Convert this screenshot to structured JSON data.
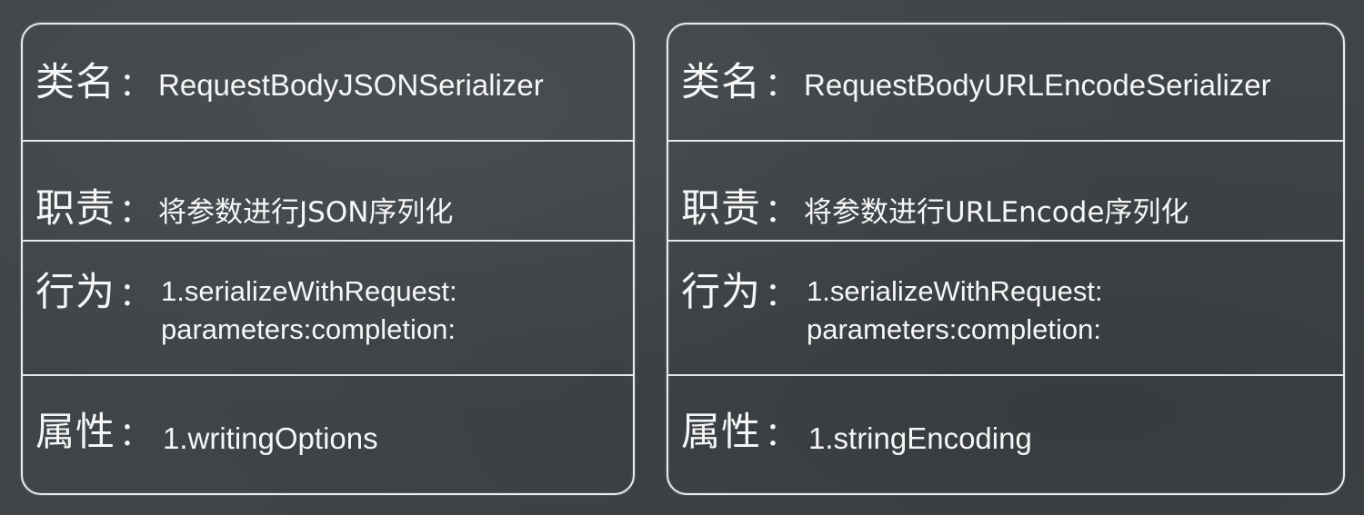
{
  "cards": [
    {
      "name_label": "类名",
      "name_colon": "：",
      "name_value": "RequestBodyJSONSerializer",
      "duty_label": "职责",
      "duty_colon": "：",
      "duty_value": "将参数进行JSON序列化",
      "behavior_label": "行为",
      "behavior_colon": "：",
      "behavior_lines": [
        "1.serializeWithRequest:",
        "parameters:completion:"
      ],
      "attr_label": "属性",
      "attr_colon": "：",
      "attr_value": "1.writingOptions"
    },
    {
      "name_label": "类名",
      "name_colon": "：",
      "name_value": "RequestBodyURLEncodeSerializer",
      "duty_label": "职责",
      "duty_colon": "：",
      "duty_value": "将参数进行URLEncode序列化",
      "behavior_label": "行为",
      "behavior_colon": "：",
      "behavior_lines": [
        "1.serializeWithRequest:",
        "parameters:completion:"
      ],
      "attr_label": "属性",
      "attr_colon": "：",
      "attr_value": "1.stringEncoding"
    }
  ],
  "colors": {
    "background": "#3f4448",
    "chalk": "#f4f4f4"
  }
}
